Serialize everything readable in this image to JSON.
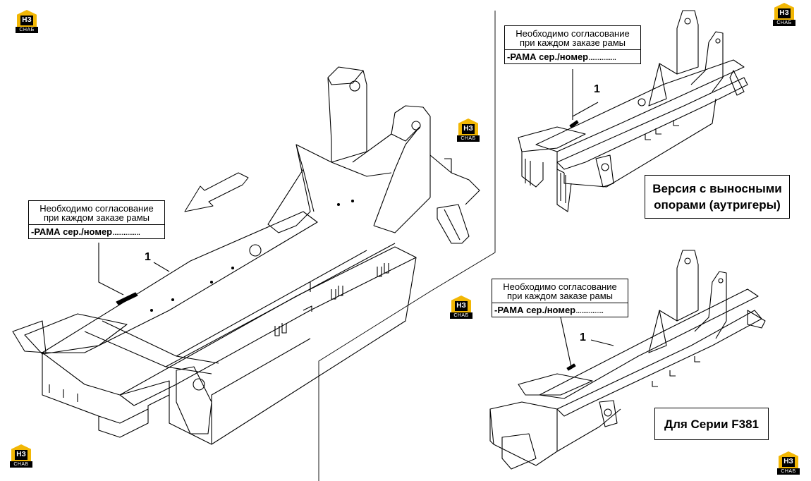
{
  "note": {
    "line1": "Необходимо согласование",
    "line2": "при каждом заказе рамы",
    "line3": "-РАМА сер./номер",
    "dots": "..............."
  },
  "callout_number": "1",
  "captions": {
    "outriggers_line1": "Версия с выносными",
    "outriggers_line2": "опорами (аутригеры)",
    "series": "Для Серии F381"
  },
  "logo": {
    "mark": "НЗ",
    "sub": "СНАБ",
    "color": "#f2b705"
  }
}
